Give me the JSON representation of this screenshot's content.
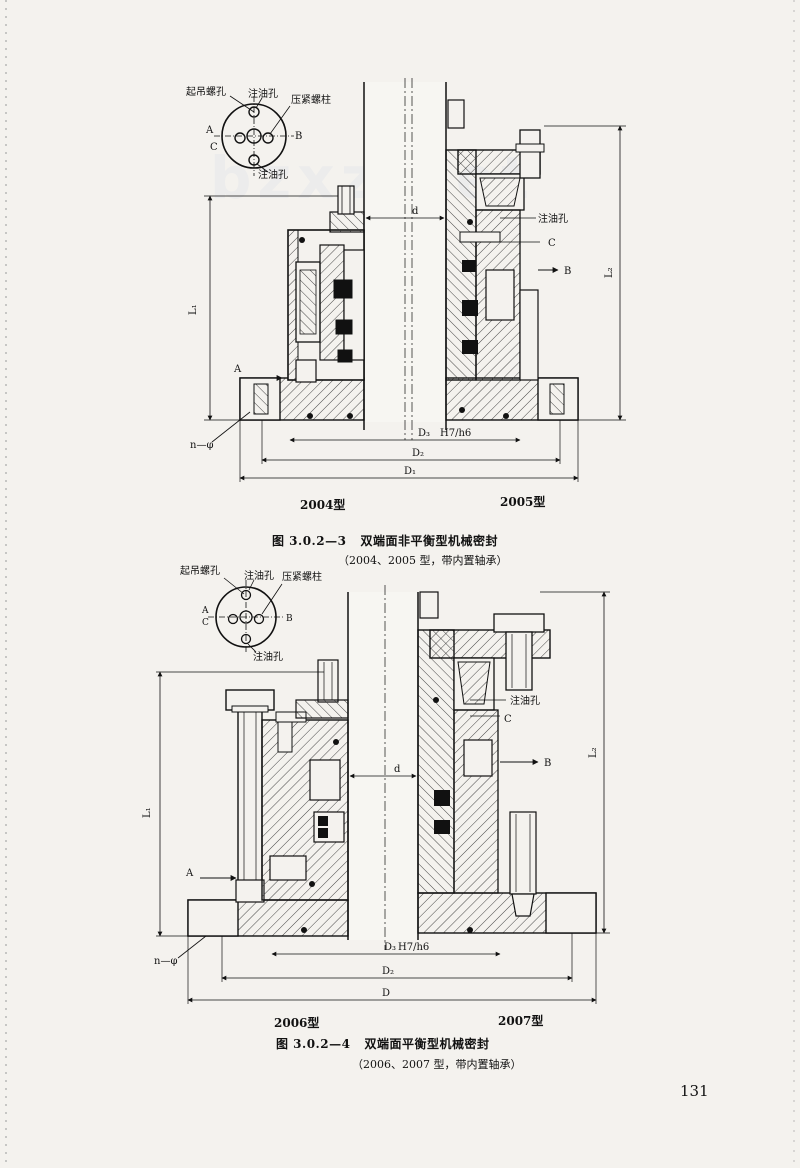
{
  "figures": [
    {
      "id": "fig-3-0-2-3",
      "number": "图 3.0.2—3",
      "title": "双端面非平衡型机械密封",
      "subtitle": "（2004、2005 型，带内置轴承）",
      "left_type": "2004型",
      "right_type": "2005型",
      "inset_labels": {
        "lifting_hole": "起吊螺孔",
        "oil_hole_top": "注油孔",
        "press_stud": "压紧螺柱",
        "oil_hole_bottom": "注油孔",
        "a": "A",
        "b": "B",
        "c": "C"
      },
      "drawing_labels": {
        "d": "d",
        "L1": "L₁",
        "L2": "L₂",
        "oil_hole": "注油孔",
        "c": "C",
        "b": "B",
        "a": "A",
        "n_phi": "n—φ",
        "D3": "D₃",
        "fit": "H7/h6",
        "D2": "D₂",
        "D1": "D₁"
      }
    },
    {
      "id": "fig-3-0-2-4",
      "number": "图 3.0.2—4",
      "title": "双端面平衡型机械密封",
      "subtitle": "（2006、2007 型，带内置轴承）",
      "left_type": "2006型",
      "right_type": "2007型",
      "inset_labels": {
        "lifting_hole": "起吊螺孔",
        "oil_hole_top": "注油孔",
        "press_stud": "压紧螺柱",
        "oil_hole_bottom": "注油孔",
        "a": "A",
        "b": "B",
        "c": "C"
      },
      "drawing_labels": {
        "d": "d",
        "L1": "L₁",
        "L2": "L₂",
        "oil_hole": "注油孔",
        "c": "C",
        "b": "B",
        "a": "A",
        "n_phi": "n—φ",
        "D3": "D₃",
        "fit": "H7/h6",
        "D2": "D₂",
        "D": "D"
      }
    }
  ],
  "page_number": "131",
  "watermark": "bzxz.net"
}
